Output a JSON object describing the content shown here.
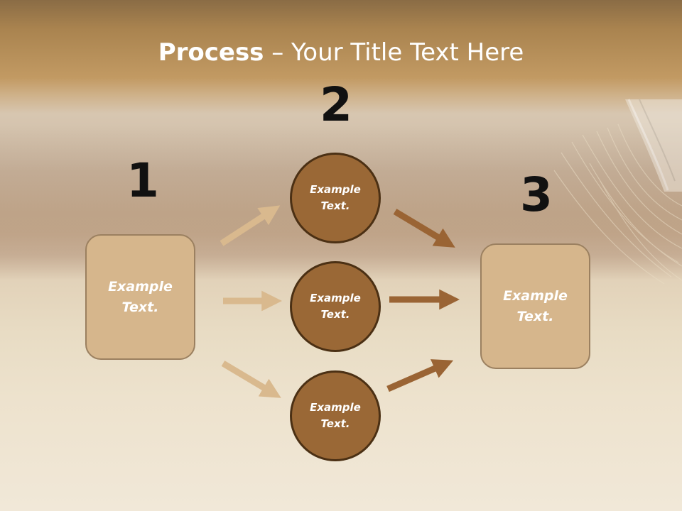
{
  "title": {
    "bold": "Process",
    "rest": " – Your Title Text Here"
  },
  "steps": [
    {
      "number": "1",
      "text_line1": "Example",
      "text_line2": "Text."
    },
    {
      "number": "2",
      "text_line1": "Example",
      "text_line2": "Text."
    },
    {
      "number": "3",
      "text_line1": "Example",
      "text_line2": "Text."
    }
  ],
  "circles": [
    {
      "text_line1": "Example",
      "text_line2": "Text."
    },
    {
      "text_line1": "Example",
      "text_line2": "Text."
    },
    {
      "text_line1": "Example",
      "text_line2": "Text."
    }
  ],
  "colors": {
    "box_fill": "#d6b68c",
    "circle_fill": "#9a6836",
    "left_arrow": "#d9b98e",
    "right_arrow": "#9a6434"
  }
}
